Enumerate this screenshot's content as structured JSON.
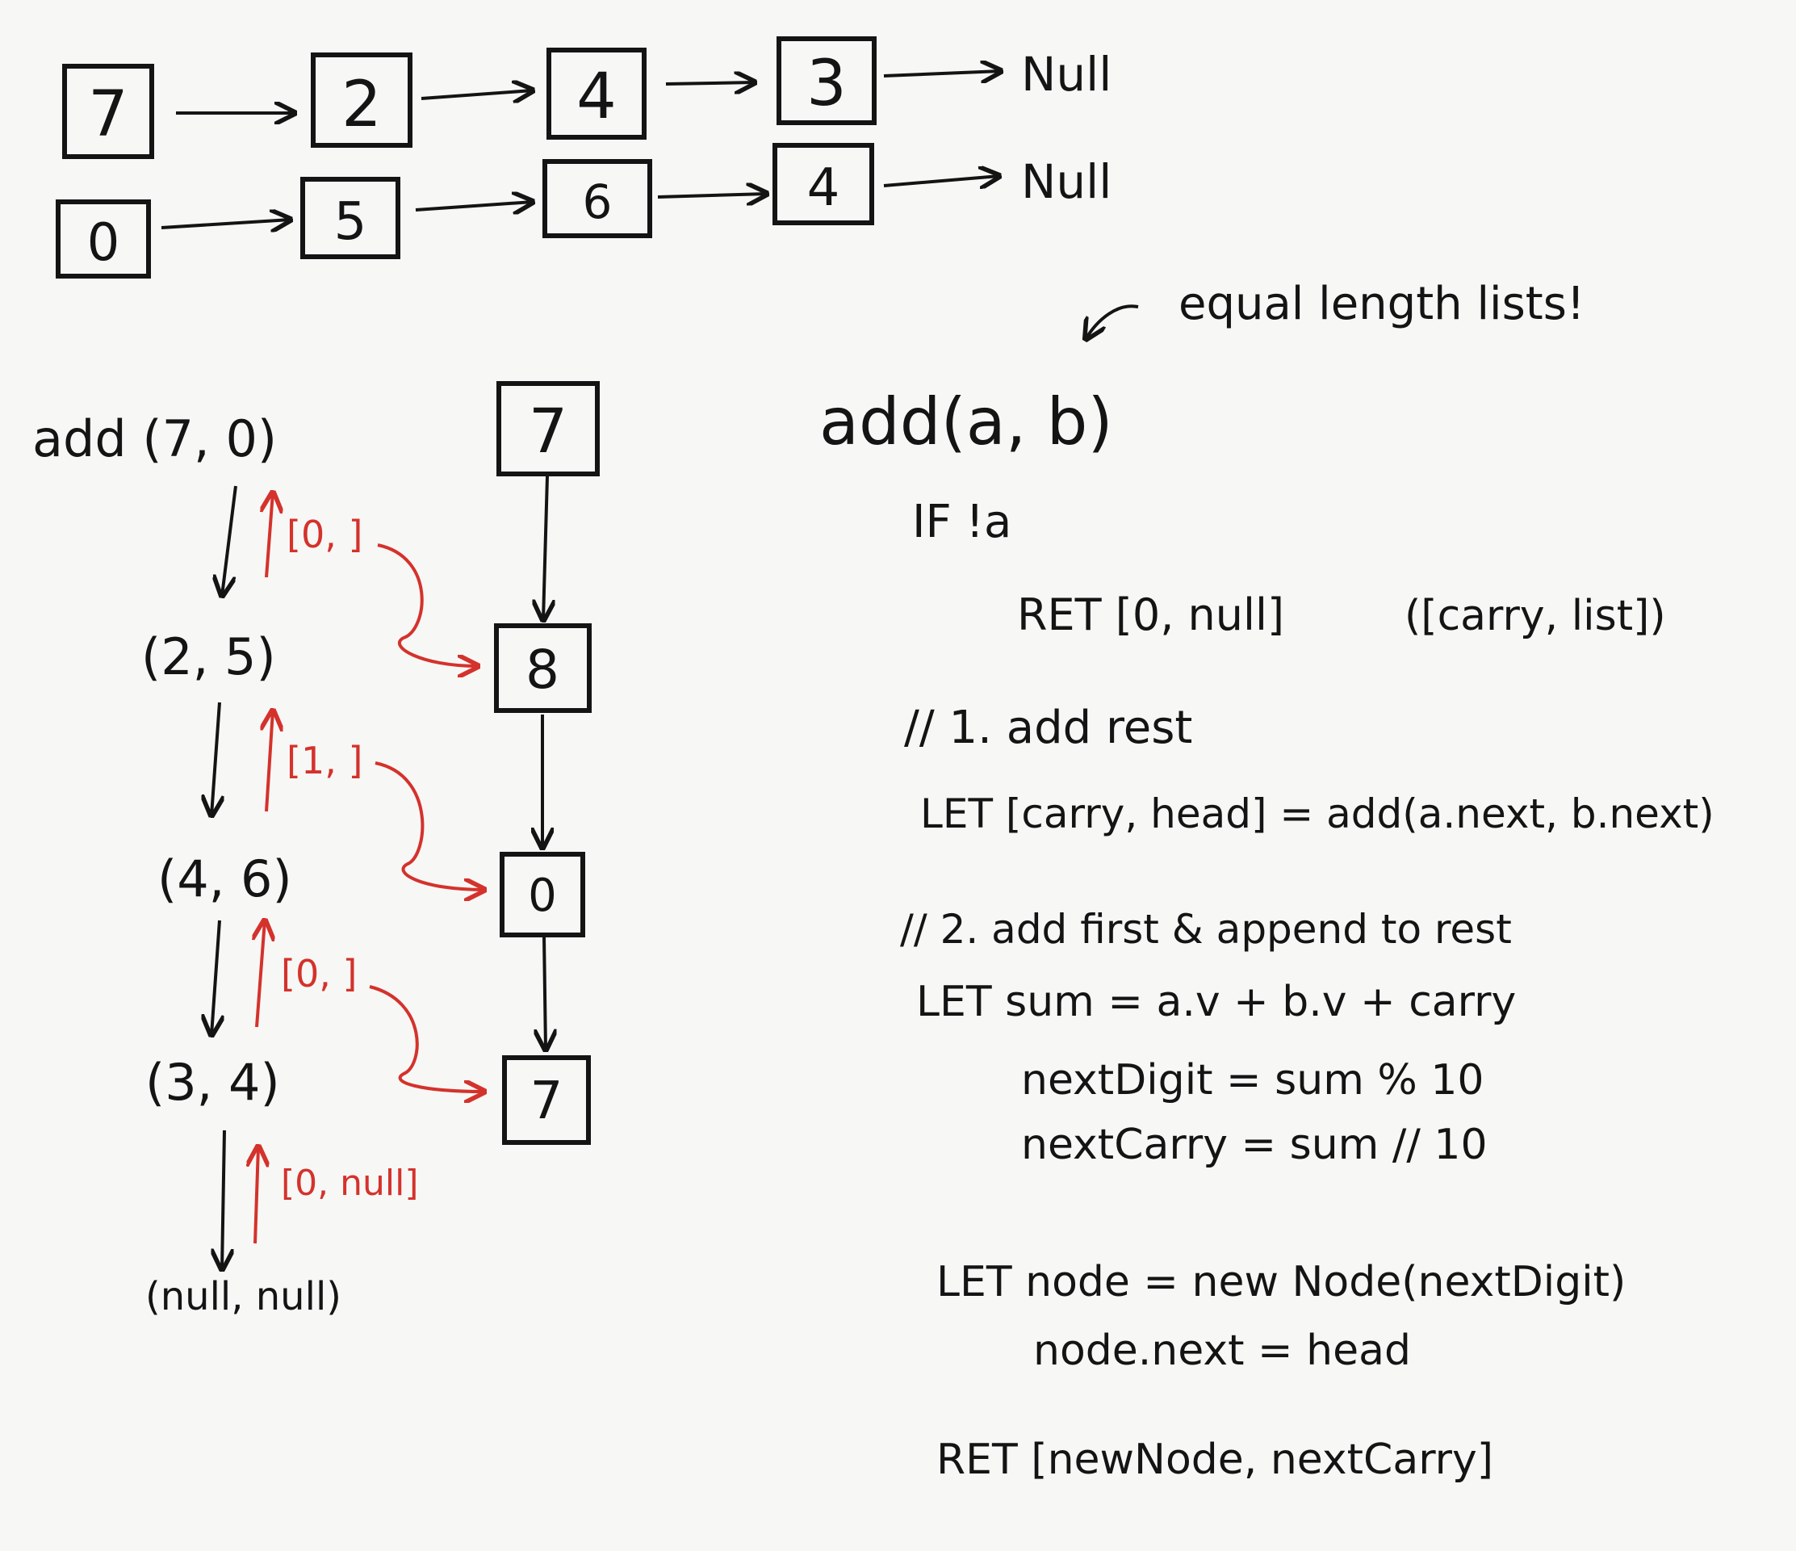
{
  "list_a": [
    "7",
    "2",
    "4",
    "3"
  ],
  "list_b": [
    "0",
    "5",
    "6",
    "4"
  ],
  "null_label": "Null",
  "result_list": [
    "7",
    "8",
    "0",
    "7"
  ],
  "calls": [
    "add (7, 0)",
    "(2, 5)",
    "(4, 6)",
    "(3, 4)",
    "(null, null)"
  ],
  "returns": [
    "[0, ]",
    "[1, ]",
    "[0, ]",
    "[0, null]"
  ],
  "note": "equal length lists!",
  "code": {
    "signature": "add(a, b)",
    "if_line": "IF !a",
    "ret_line": "RET [0, null]",
    "ret_comment": "([carry, list])",
    "comment1": "// 1. add rest",
    "let_rest": "LET [carry, head] = add(a.next, b.next)",
    "comment2": "// 2. add first & append to rest",
    "let_sum": "LET sum = a.v + b.v + carry",
    "next_digit": "nextDigit = sum % 10",
    "next_carry": "nextCarry = sum // 10",
    "let_node": "LET node = new Node(nextDigit)",
    "node_next": "node.next = head",
    "ret_final": "RET [newNode, nextCarry]"
  },
  "colors": {
    "ink": "#141414",
    "red": "#d4322c",
    "board": "#f7f7f5"
  }
}
